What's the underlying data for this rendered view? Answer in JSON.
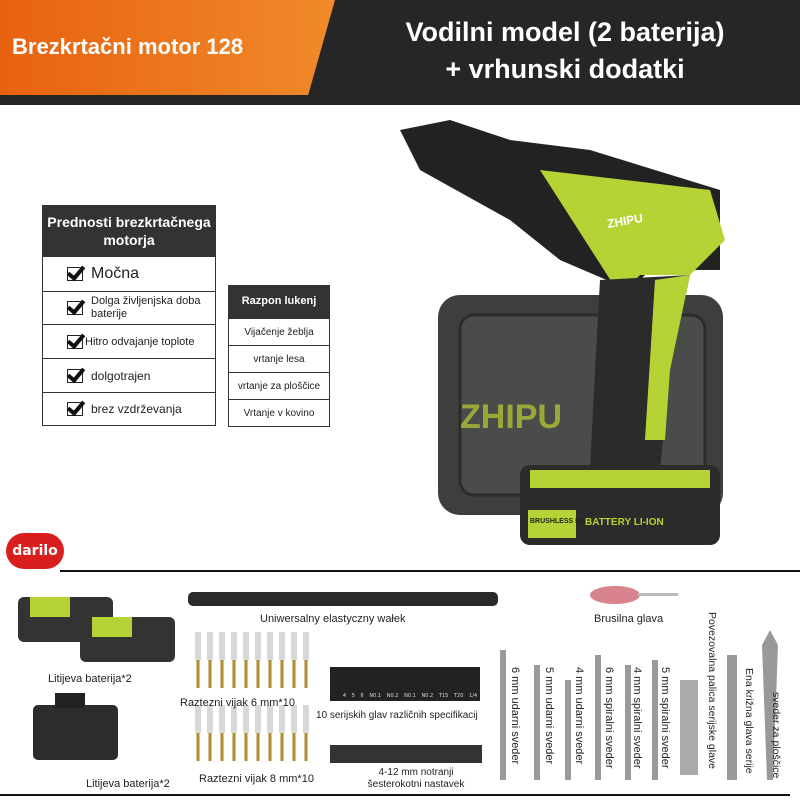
{
  "header": {
    "badge": "Brezkrtačni motor 128",
    "title_line1": "Vodilni model (2 baterija)",
    "title_line2": "+ vrhunski dodatki"
  },
  "advantages": {
    "title": "Prednosti brezkrtačnega motorja",
    "items": [
      "Močna",
      "Dolga življenjska doba baterije",
      "Hitro odvajanje toplote",
      "dolgotrajen",
      "brez vzdrževanja"
    ]
  },
  "range": {
    "title": "Razpon lukenj",
    "items": [
      "Vijačenje žeblja",
      "vrtanje lesa",
      "vrtanje za ploščice",
      "Vrtanje v kovino"
    ]
  },
  "product": {
    "brand": "ZHIPU",
    "battery_label": "BATTERY LI-ION",
    "motor_label": "BRUSHLESS MOTOR",
    "colors": {
      "accent": "#b5d334",
      "body": "#2b2b2b"
    }
  },
  "gift": {
    "badge": "darilo",
    "badge_color": "#d81e1e"
  },
  "accessories": {
    "battery": "Litijeva baterija*2",
    "charger": "Litijeva baterija*2",
    "shaft": "Uniwersalny elastyczny wałek",
    "grinding": "Brusilna glava",
    "anchor6": "Raztezni vijak 6 mm*10",
    "anchor8": "Raztezni vijak 8 mm*10",
    "bits": "10 serijskih glav različnih specifikacij",
    "bit_marks": [
      "4",
      "5",
      "6",
      "N0.1",
      "N0.2",
      "N0.1",
      "N0.2",
      "T15",
      "T20",
      "1/4"
    ],
    "sockets": "4-12 mm notranji šesterokotni nastavek",
    "drills": [
      "6 mm udarni sveder",
      "5 mm udarni sveder",
      "4 mm udarni sveder",
      "6 mm spiralni sveder",
      "4 mm spiralni sveder",
      "5 mm spiralni sveder"
    ],
    "extension": "Povezovalna palica serijske glave",
    "cross": "Ena križna glava serije",
    "tile": "sveder za ploščice"
  }
}
